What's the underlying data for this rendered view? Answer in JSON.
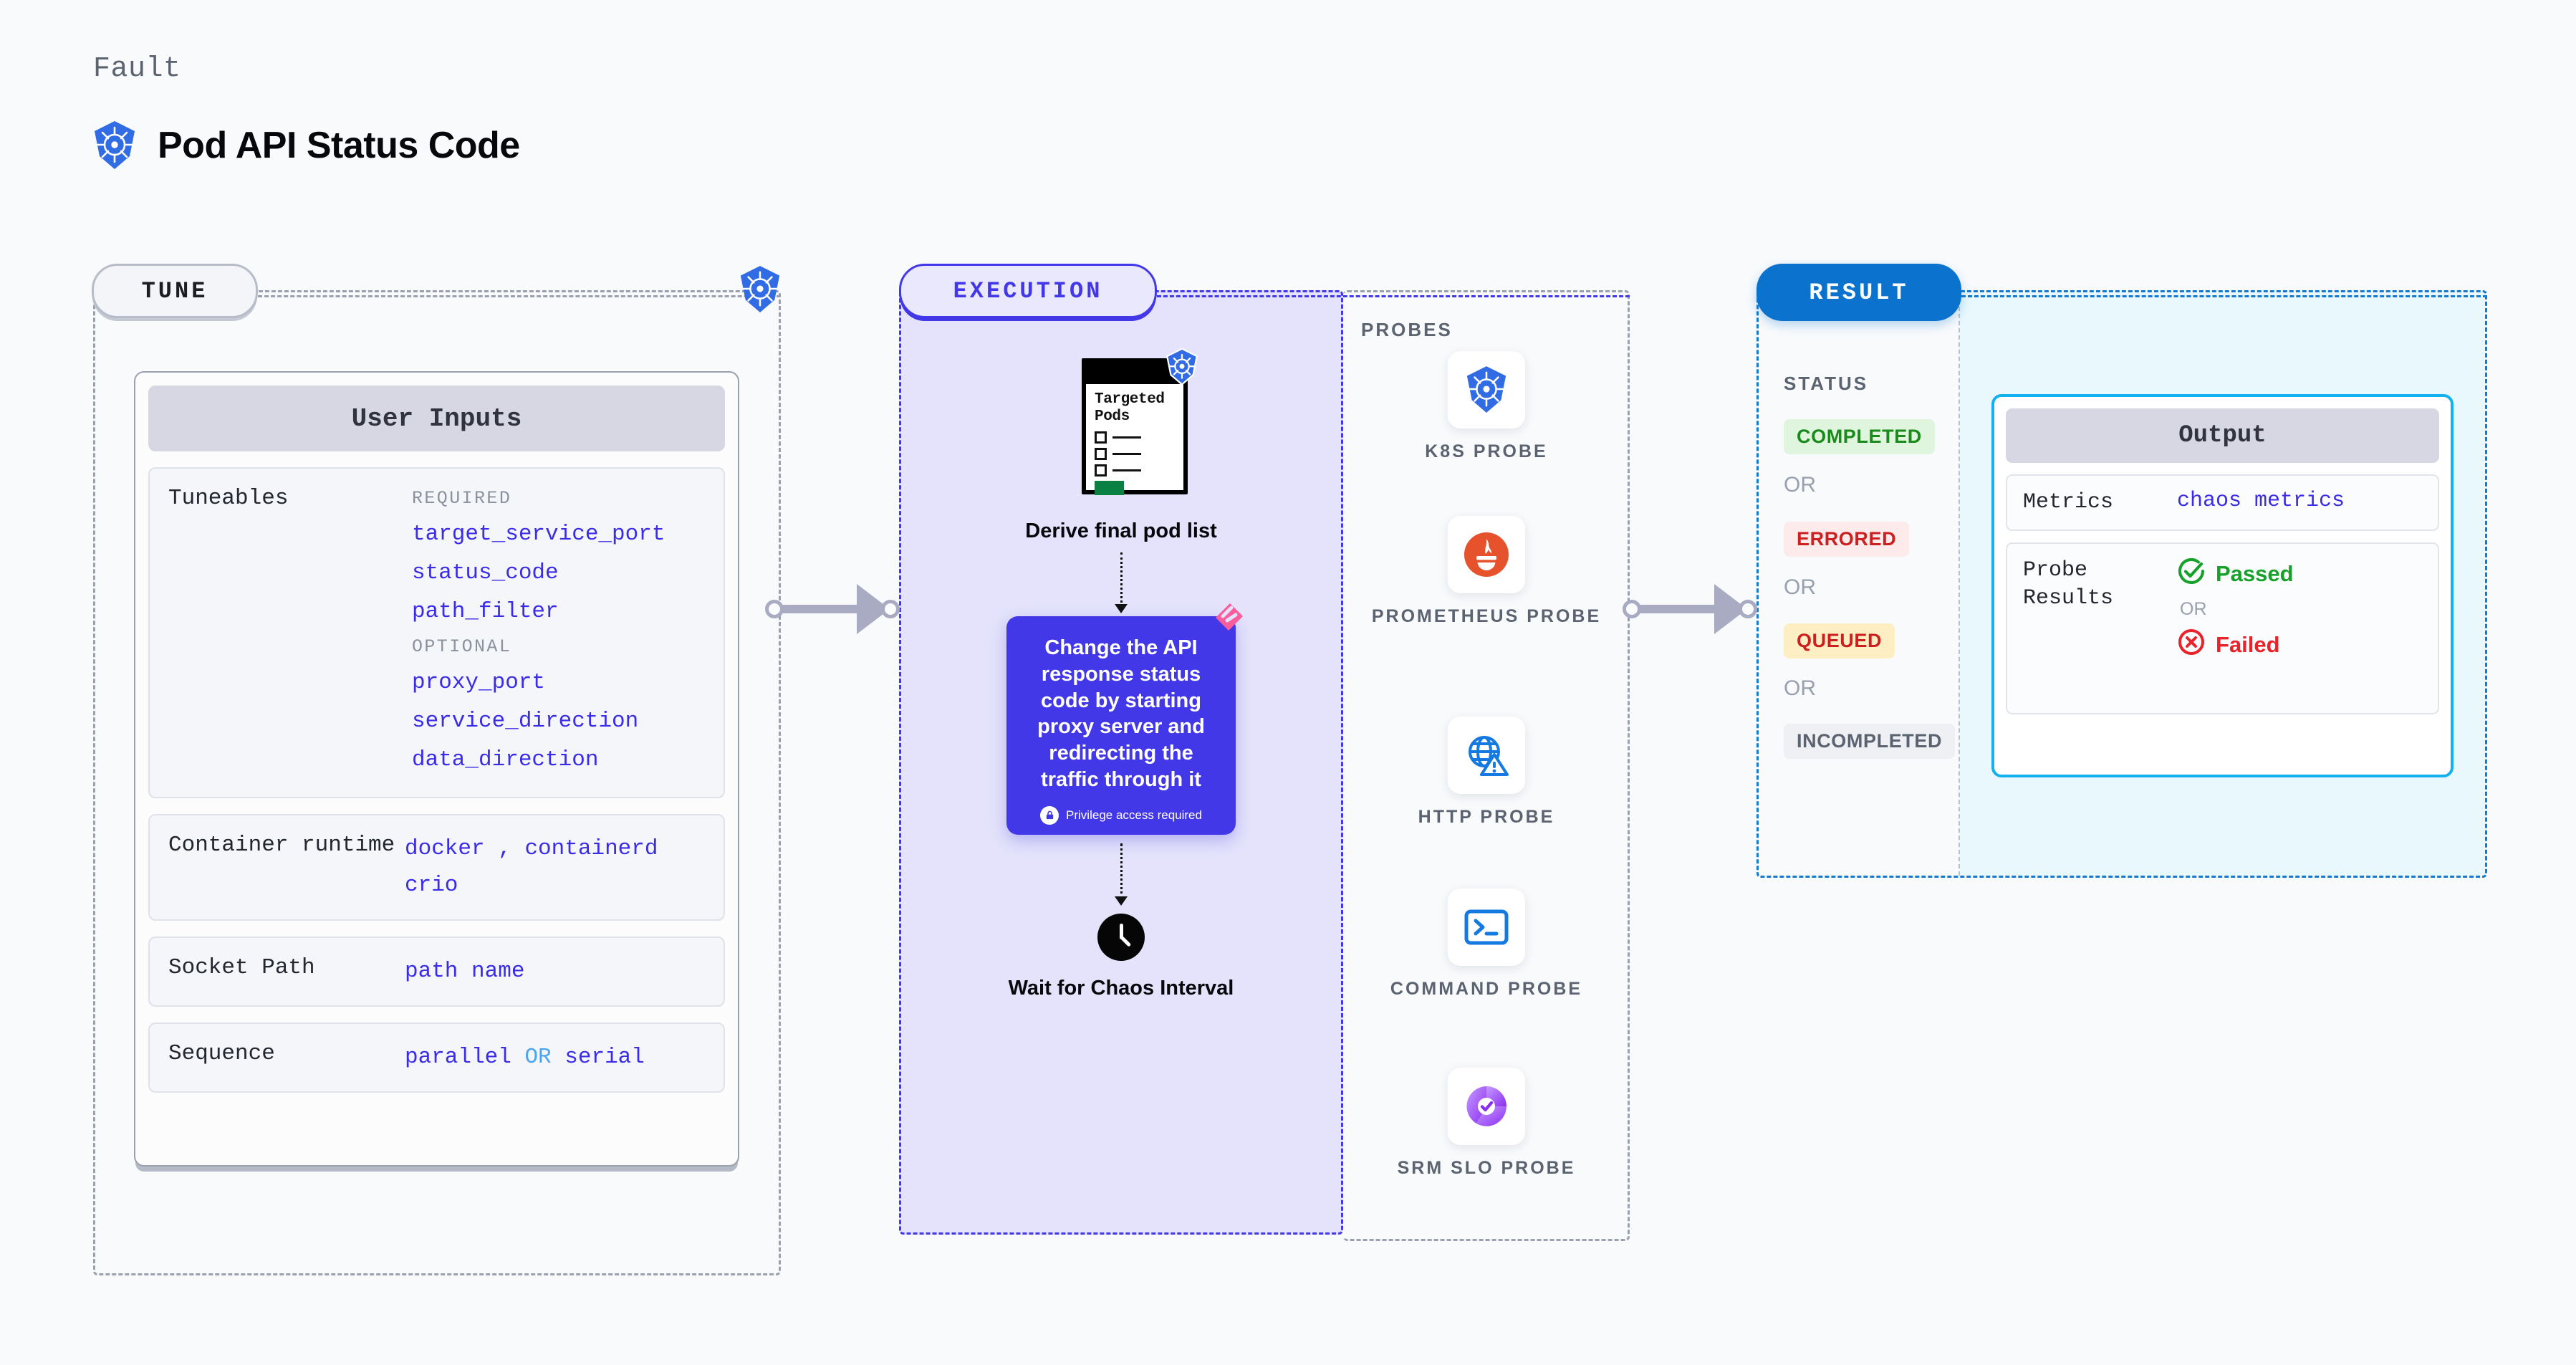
{
  "header": {
    "eyebrow": "Fault",
    "title": "Pod API Status Code",
    "icon": "kubernetes-icon"
  },
  "colors": {
    "indigo": "#4338e8",
    "value_indigo": "#3b2ce8",
    "result_blue": "#0b72ce",
    "cyan": "#14b1ef",
    "k8s_blue": "#326ce5",
    "muted": "#5c6370",
    "green": "#1a8a1a",
    "red": "#cc1f1f",
    "amber_bg": "#fdeec3",
    "pink": "#fb5c9b"
  },
  "tune": {
    "tab_label": "TUNE",
    "card_title": "User Inputs",
    "tuneables": {
      "label": "Tuneables",
      "required_label": "REQUIRED",
      "required": [
        "target_service_port",
        "status_code",
        "path_filter"
      ],
      "optional_label": "OPTIONAL",
      "optional": [
        "proxy_port",
        "service_direction",
        "data_direction"
      ]
    },
    "rows": [
      {
        "label": "Container runtime",
        "values": [
          "docker",
          ",",
          "containerd",
          "crio"
        ]
      },
      {
        "label": "Socket Path",
        "values": [
          "path name"
        ]
      },
      {
        "label": "Sequence",
        "values": [
          "parallel",
          "OR",
          "serial"
        ]
      }
    ],
    "container_runtime_label": "Container runtime",
    "container_runtime_a": "docker",
    "container_runtime_comma": ",",
    "container_runtime_b": "containerd",
    "container_runtime_c": "crio",
    "socket_path_label": "Socket Path",
    "socket_path_value": "path name",
    "sequence_label": "Sequence",
    "sequence_a": "parallel",
    "sequence_or": "OR",
    "sequence_b": "serial"
  },
  "execution": {
    "tab_label": "EXECUTION",
    "targeted_pods_title": "Targeted Pods",
    "step1_caption": "Derive final pod list",
    "action_text": "Change the API response status code by starting proxy server and redirecting the traffic through it",
    "privilege_note": "Privilege access required",
    "step3_caption": "Wait for Chaos Interval"
  },
  "probes": {
    "title": "PROBES",
    "items": [
      {
        "label": "K8S PROBE",
        "icon": "kubernetes-icon"
      },
      {
        "label": "PROMETHEUS PROBE",
        "icon": "prometheus-icon"
      },
      {
        "label": "HTTP PROBE",
        "icon": "globe-warning-icon"
      },
      {
        "label": "COMMAND PROBE",
        "icon": "terminal-icon"
      },
      {
        "label": "SRM SLO PROBE",
        "icon": "srm-slo-icon"
      }
    ]
  },
  "result": {
    "tab_label": "RESULT",
    "status_title": "STATUS",
    "or_label": "OR",
    "statuses": [
      {
        "label": "COMPLETED",
        "fg": "#1a8a1a",
        "bg": "#dff5de"
      },
      {
        "label": "ERRORED",
        "fg": "#cc1f1f",
        "bg": "#fdeaea"
      },
      {
        "label": "QUEUED",
        "fg": "#cc1f1f",
        "bg": "#fdeec3"
      },
      {
        "label": "INCOMPLETED",
        "fg": "#5c6370",
        "bg": "#eef0f4"
      }
    ],
    "output": {
      "title": "Output",
      "metrics_label": "Metrics",
      "metrics_value": "chaos metrics",
      "probe_results_label": "Probe Results",
      "passed_label": "Passed",
      "or_label": "OR",
      "failed_label": "Failed"
    }
  }
}
